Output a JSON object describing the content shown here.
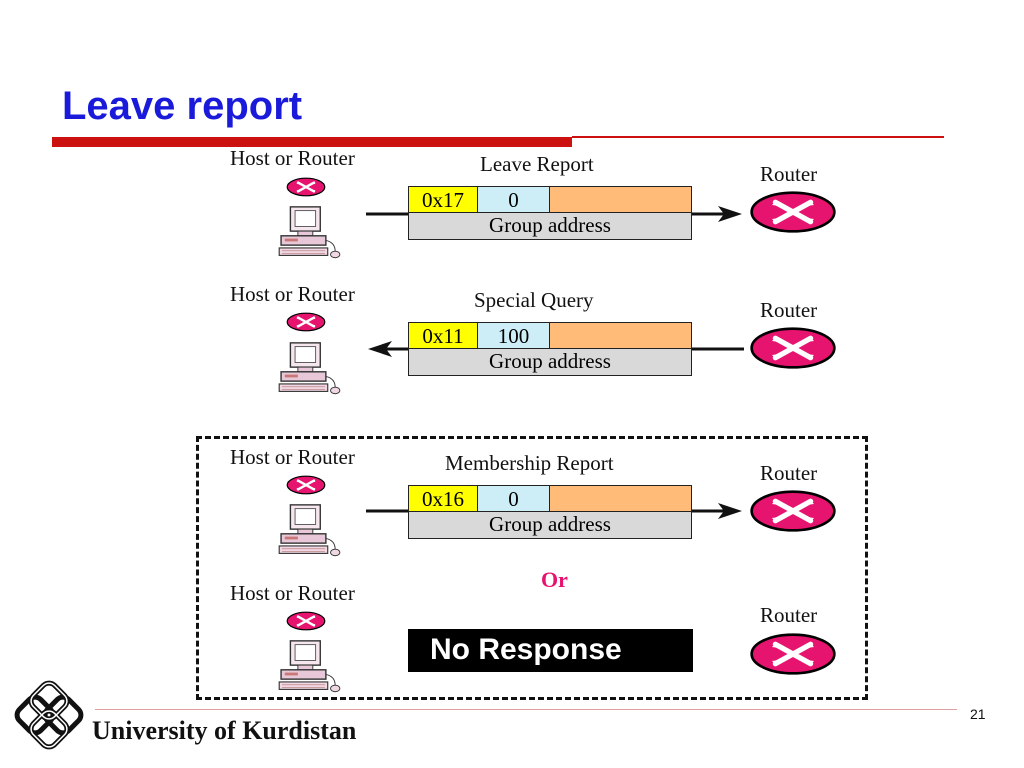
{
  "slide": {
    "title": "Leave report",
    "page_number": "21",
    "footer": "University of Kurdistan"
  },
  "colors": {
    "title": "#1a1adb",
    "accent_bar": "#cc1111",
    "type_field": "#ffff00",
    "time_field": "#cdeef7",
    "checksum_field": "#ffbb77",
    "group_field": "#d9d9d9",
    "router": "#e6136f",
    "or_text": "#e6136f"
  },
  "icons": [
    "router-icon",
    "computer-icon",
    "university-logo-icon"
  ],
  "scenarios": [
    {
      "host_label": "Host or Router",
      "router_label": "Router",
      "message_name": "Leave Report",
      "direction": "host-to-router",
      "type": "0x17",
      "max_response": "0",
      "group_label": "Group address"
    },
    {
      "host_label": "Host or Router",
      "router_label": "Router",
      "message_name": "Special Query",
      "direction": "router-to-host",
      "type": "0x11",
      "max_response": "100",
      "group_label": "Group address"
    },
    {
      "host_label": "Host or Router",
      "router_label": "Router",
      "message_name": "Membership Report",
      "direction": "host-to-router",
      "type": "0x16",
      "max_response": "0",
      "group_label": "Group address"
    },
    {
      "host_label": "Host or Router",
      "router_label": "Router",
      "response_text": "No Response"
    }
  ],
  "or_label": "Or"
}
